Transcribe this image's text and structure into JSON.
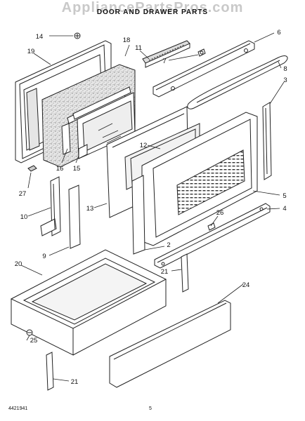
{
  "watermark": "AppliancePartsPros.com",
  "title": "DOOR AND DRAWER PARTS",
  "subtitle": "",
  "model_label_left": "",
  "model_label_right": "",
  "callouts": {
    "c14": "14",
    "c18": "18",
    "c19": "19",
    "c11": "11",
    "c7": "7",
    "c6": "6",
    "c8": "8",
    "c3": "3",
    "c16": "16",
    "c15": "15",
    "c12": "12",
    "c27": "27",
    "c10": "10",
    "c13": "13",
    "c26": "26",
    "c5": "5",
    "c4": "4",
    "c2": "2",
    "c9": "9",
    "c20": "20",
    "c21a": "21",
    "c24": "24",
    "c25": "25",
    "c21b": "21"
  },
  "doc_number": "4421941",
  "page_number": "5"
}
